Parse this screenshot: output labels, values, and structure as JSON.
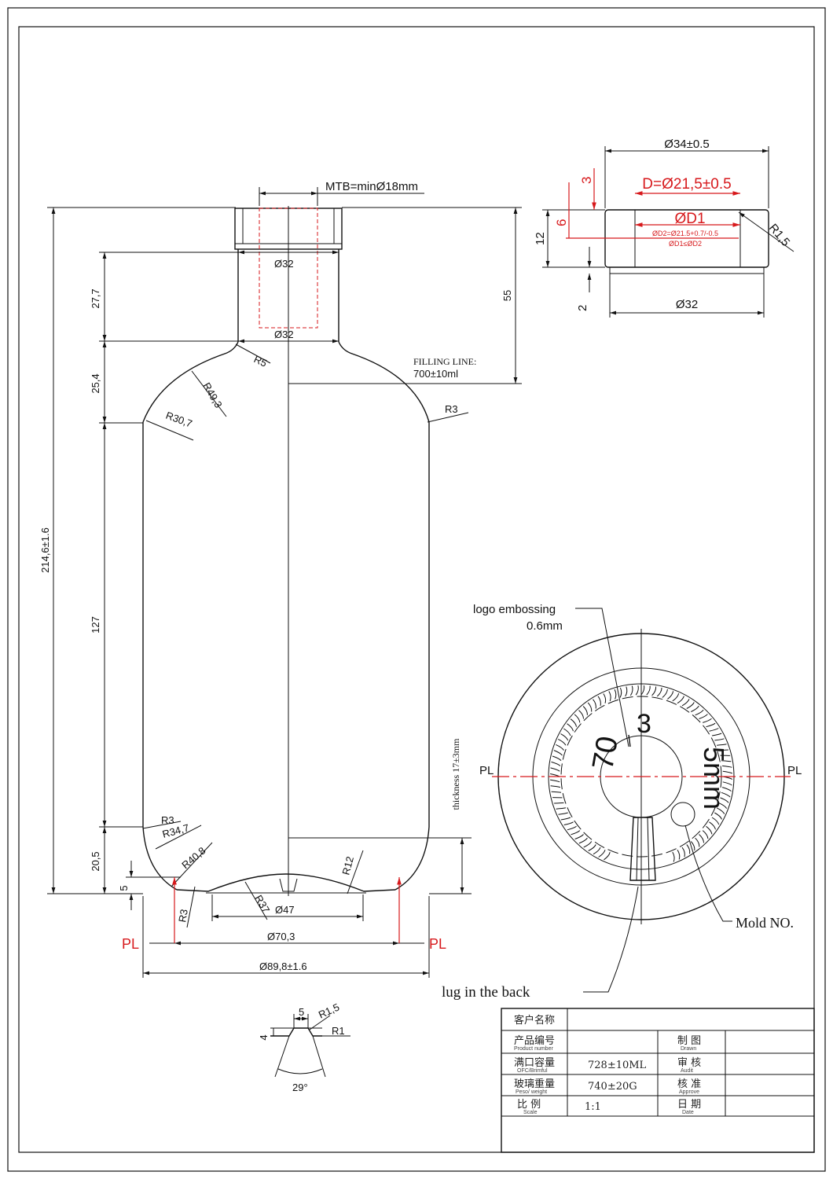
{
  "neck": {
    "mtb": "MTB=minØ18mm",
    "d32_top": "Ø32",
    "d32_mid": "Ø32",
    "r5": "R5",
    "h27_7": "27,7",
    "h25_4": "25,4",
    "h55": "55",
    "r49_3": "R49,3",
    "r30_7": "R30,7",
    "r3_shoulder": "R3",
    "filling_line": "FILLING LINE:",
    "filling_value": "700±10ml"
  },
  "body": {
    "h214": "214,6±1.6",
    "h127": "127",
    "thickness": "thickness 17±3mm",
    "h20_5": "20,5",
    "h5": "5",
    "r3_lower": "R3",
    "r34_7": "R34,7",
    "r40_8": "R40,8",
    "r12": "R12",
    "r37": "R37",
    "r3_base": "R3",
    "d47": "Ø47",
    "d70_3": "Ø70,3",
    "d89_8": "Ø89,8±1.6",
    "pl_left": "PL",
    "pl_right": "PL"
  },
  "finish": {
    "d34": "Ø34±0.5",
    "d21_5": "D=Ø21,5±0.5",
    "d1": "ØD1",
    "d2_note": "ØD2=Ø21.5+0.7/-0.5",
    "d1_note": "ØD1≤ØD2",
    "h3": "3",
    "h6": "6",
    "h12": "12",
    "h2": "2",
    "r1_5": "R1,5",
    "d32": "Ø32"
  },
  "lug_detail": {
    "w5": "5",
    "r1_5": "R1,5",
    "r1": "R1",
    "h4": "4",
    "angle": "29°"
  },
  "bottom_view": {
    "logo": "logo embossing",
    "logo_depth": "0.6mm",
    "pl_left": "PL",
    "pl_right": "PL",
    "mold_no": "Mold NO.",
    "lug": "lug in the back",
    "emboss_num1": "70",
    "emboss_num2": "3",
    "emboss_num3": "5mm"
  },
  "title_block": {
    "rows": [
      {
        "label_cn": "客户名称",
        "label_en": "",
        "value": "",
        "right_cn": "",
        "right_en": ""
      },
      {
        "label_cn": "产品编号",
        "label_en": "Product number",
        "value": "",
        "right_cn": "制 图",
        "right_en": "Drawn"
      },
      {
        "label_cn": "满口容量",
        "label_en": "OFC/Brimful",
        "value": "728±10ML",
        "right_cn": "审 核",
        "right_en": "Audit"
      },
      {
        "label_cn": "玻璃重量",
        "label_en": "Peso/ weight",
        "value": "740±20G",
        "right_cn": "核 准",
        "right_en": "Approve"
      },
      {
        "label_cn": "比 例",
        "label_en": "Scale",
        "value": "1:1",
        "right_cn": "日 期",
        "right_en": "Date"
      }
    ]
  }
}
